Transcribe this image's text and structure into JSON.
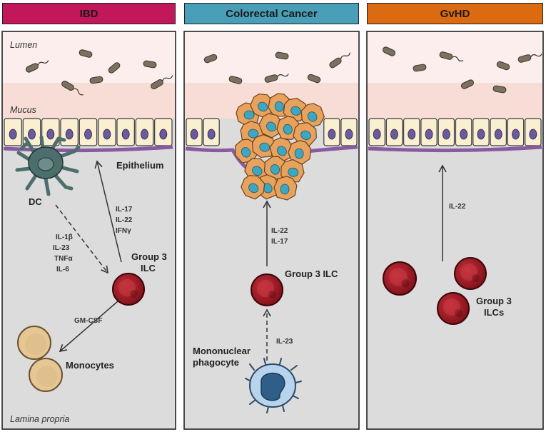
{
  "colors": {
    "ibd_header": "#c2185b",
    "crc_header": "#4a9fb8",
    "gvhd_header": "#dc6a10",
    "lumen": "#fbeeec",
    "mucus": "#f8dcd6",
    "lamina": "#dcdcdc",
    "epithelial_cell": "#faefd0",
    "nucleus": "#6b5a9c",
    "basement": "#8a5aa0",
    "ilc_fill": "#a31822",
    "tumor_cell": "#e8a25c",
    "tumor_nucleus": "#3ea6c0",
    "monocyte": "#e6c794",
    "phagocyte": "#b8d4ec",
    "dc": "#4c6e6c",
    "bacteria": "#7a7160"
  },
  "panels": {
    "ibd": {
      "title": "IBD",
      "lumen_label": "Lumen",
      "mucus_label": "Mucus",
      "lamina_label": "Lamina propria",
      "epithelium_label": "Epithelium",
      "dc_label": "DC",
      "dc_cytokines": [
        "IL-1β",
        "IL-23",
        "TNFα",
        "IL-6"
      ],
      "ilc_cytokines": [
        "IL-17",
        "IL-22",
        "IFNγ"
      ],
      "ilc_label": [
        "Group 3",
        "ILC"
      ],
      "gmcsf_label": "GM-CSF",
      "monocytes_label": "Monocytes"
    },
    "crc": {
      "title": "Colorectal Cancer",
      "ilc_cytokines": [
        "IL-22",
        "IL-17"
      ],
      "ilc_label": "Group 3 ILC",
      "il23_label": "IL-23",
      "phagocyte_label": [
        "Mononuclear",
        "phagocyte"
      ]
    },
    "gvhd": {
      "title": "GvHD",
      "il22_label": "IL-22",
      "ilcs_label": [
        "Group 3",
        "ILCs"
      ]
    }
  }
}
